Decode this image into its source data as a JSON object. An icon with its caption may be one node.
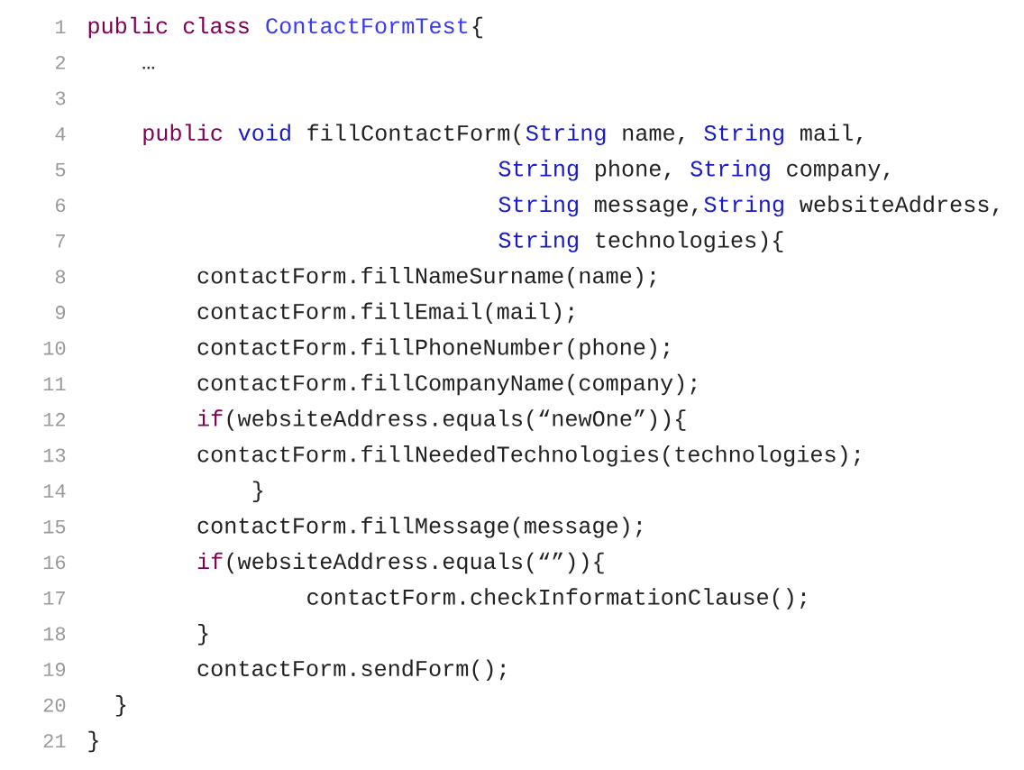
{
  "diagram": {
    "labels": [
      "1",
      "public class",
      "ContactFormTest",
      "{",
      "2",
      "…",
      "3",
      "4",
      "public",
      "void",
      "fillContactForm(",
      "String",
      "name,",
      "String",
      "mail,",
      "5",
      "String",
      "phone,",
      "String",
      "company,",
      "6",
      "String",
      "message,",
      "String",
      "websiteAddress,",
      "7",
      "String",
      "technologies){",
      "8",
      "contactForm.fillNameSurname(name);",
      "9",
      "contactForm.fillEmail(mail);",
      "10",
      "contactForm.fillPhoneNumber(phone);",
      "11",
      "contactForm.fillCompanyName(company);",
      "12",
      "if",
      "(websiteAddress.equals(“newOne”)){",
      "13",
      "contactForm.fillNeededTechnologies(technologies);",
      "14",
      "}",
      "15",
      "contactForm.fillMessage(message);",
      "16",
      "if",
      "(websiteAddress.equals(“”)){",
      "17",
      "contactForm.checkInformationClause();",
      "18",
      "}",
      "19",
      "contactForm.sendForm();",
      "20",
      "}",
      "21",
      "}"
    ]
  }
}
